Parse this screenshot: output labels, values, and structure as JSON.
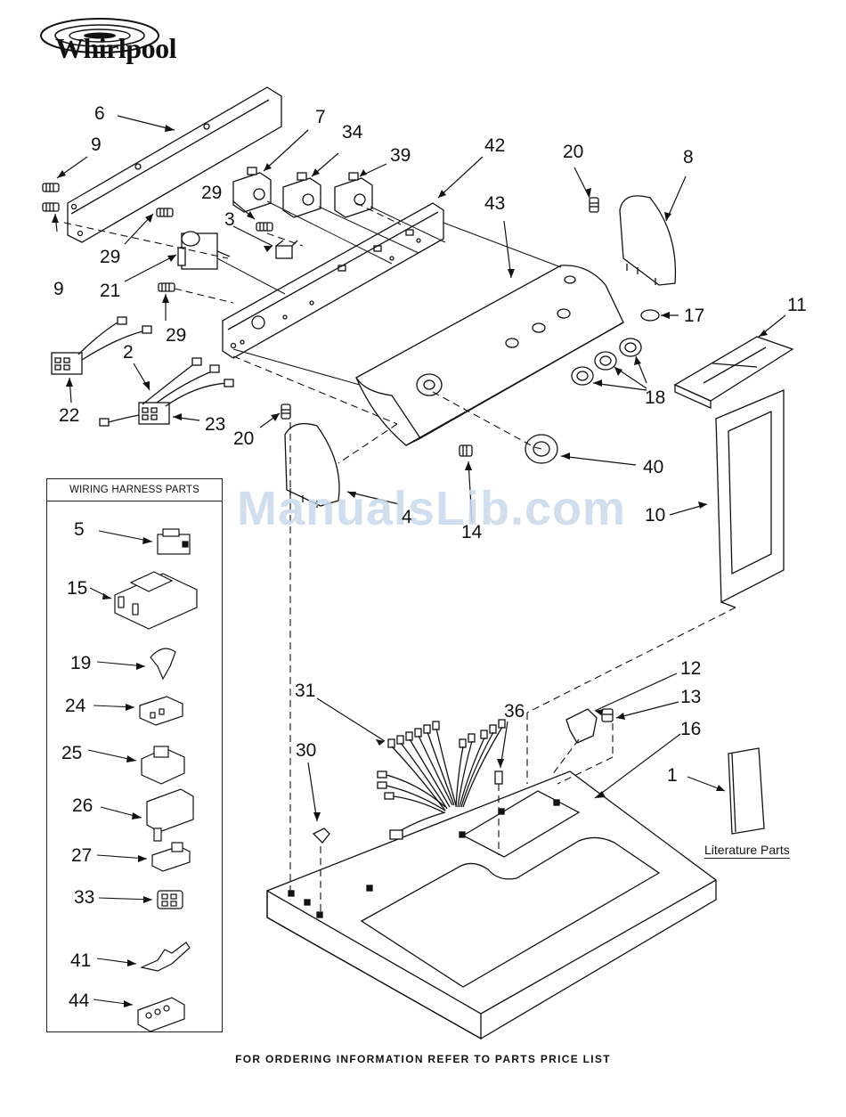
{
  "brand": {
    "logo_text": "Whirlpool"
  },
  "callouts": {
    "c6": "6",
    "c9a": "9",
    "c29a": "29",
    "c9b": "9",
    "c21": "21",
    "c29b": "29",
    "c3": "3",
    "c29c": "29",
    "c7": "7",
    "c34": "34",
    "c39": "39",
    "c42": "42",
    "c43": "43",
    "c20a": "20",
    "c8": "8",
    "c17": "17",
    "c11": "11",
    "c18": "18",
    "c2": "2",
    "c22": "22",
    "c23": "23",
    "c20b": "20",
    "c40": "40",
    "c4": "4",
    "c14": "14",
    "c10": "10",
    "c12": "12",
    "c13": "13",
    "c16": "16",
    "c31": "31",
    "c36": "36",
    "c30": "30",
    "c1": "1"
  },
  "wiring_harness": {
    "title": "WIRING HARNESS PARTS",
    "items": [
      "5",
      "15",
      "19",
      "24",
      "25",
      "26",
      "27",
      "33",
      "41",
      "44"
    ]
  },
  "literature_label": "Literature Parts",
  "watermark": "ManualsLib.com",
  "footer": "FOR ORDERING INFORMATION REFER TO PARTS PRICE LIST"
}
